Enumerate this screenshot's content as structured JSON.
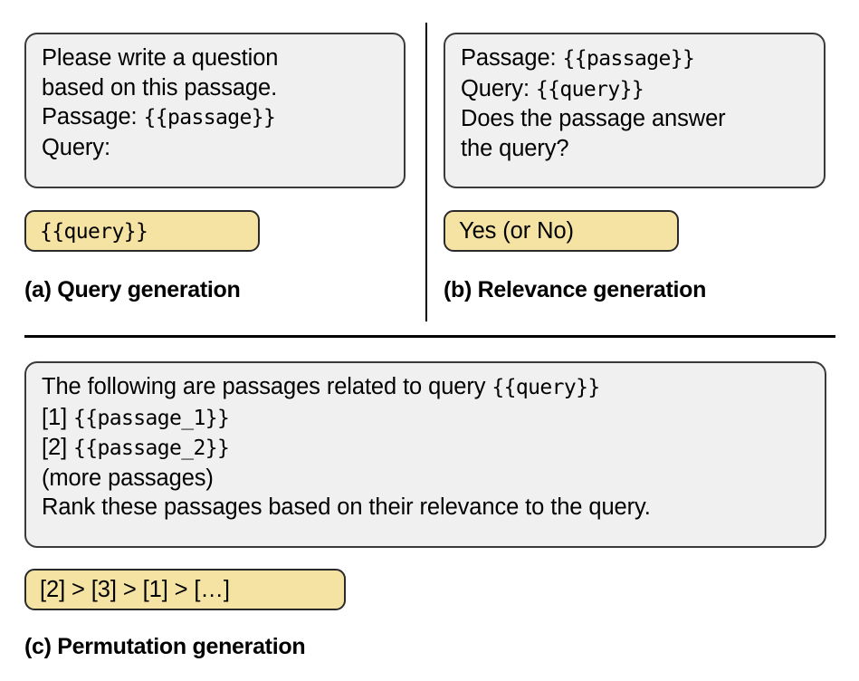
{
  "figure": {
    "panels": [
      {
        "id": "a",
        "caption": "(a) Query generation",
        "prompt_lines": [
          [
            {
              "t": "Please write a question",
              "style": "sans"
            }
          ],
          [
            {
              "t": "based on this passage.",
              "style": "sans"
            }
          ],
          [
            {
              "t": "Passage: ",
              "style": "sans"
            },
            {
              "t": "{{passage}}",
              "style": "mono"
            }
          ],
          [
            {
              "t": "Query:",
              "style": "sans"
            }
          ]
        ],
        "output_lines": [
          [
            {
              "t": "{{query}}",
              "style": "mono"
            }
          ]
        ]
      },
      {
        "id": "b",
        "caption": "(b) Relevance generation",
        "prompt_lines": [
          [
            {
              "t": "Passage: ",
              "style": "sans"
            },
            {
              "t": "{{passage}}",
              "style": "mono"
            }
          ],
          [
            {
              "t": "Query: ",
              "style": "sans"
            },
            {
              "t": "{{query}}",
              "style": "mono"
            }
          ],
          [
            {
              "t": "Does the passage answer",
              "style": "sans"
            }
          ],
          [
            {
              "t": "the query?",
              "style": "sans"
            }
          ]
        ],
        "output_lines": [
          [
            {
              "t": "Yes (or No)",
              "style": "sans"
            }
          ]
        ]
      },
      {
        "id": "c",
        "caption": "(c) Permutation generation",
        "prompt_lines": [
          [
            {
              "t": "The following are passages related to query ",
              "style": "sans"
            },
            {
              "t": "{{query}}",
              "style": "mono"
            }
          ],
          [
            {
              "t": "[1] ",
              "style": "sans"
            },
            {
              "t": "{{passage_1}}",
              "style": "mono"
            }
          ],
          [
            {
              "t": "[2] ",
              "style": "sans"
            },
            {
              "t": "{{passage_2}}",
              "style": "mono"
            }
          ],
          [
            {
              "t": "(more passages)",
              "style": "sans"
            }
          ],
          [
            {
              "t": "Rank these passages based on their relevance to the query.",
              "style": "sans"
            }
          ]
        ],
        "output_lines": [
          [
            {
              "t": "[2] > [3] > [1] > […]",
              "style": "sans"
            }
          ]
        ]
      }
    ],
    "colors": {
      "prompt_background": "#f0f0f0",
      "prompt_border": "#3a3a3a",
      "output_background": "#f5e3a3",
      "output_border": "#2a2a2a",
      "divider": "#000000",
      "text": "#000000",
      "page_background": "#ffffff"
    }
  }
}
